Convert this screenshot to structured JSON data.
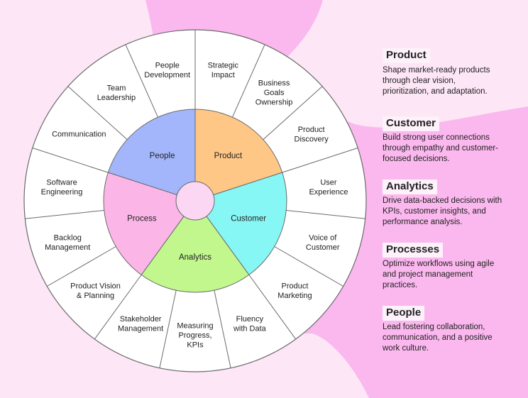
{
  "colors": {
    "background": "#fde6f6",
    "blob": "#fbb8ee",
    "ring": "#ffffff",
    "border": "#6a6a6a",
    "hub": "#fbd7f3",
    "people": "#a3b6fb",
    "product": "#ffc786",
    "customer": "#86f7f5",
    "analytics": "#c2f78e",
    "process": "#fbb6e7"
  },
  "wheel": {
    "categories": [
      {
        "key": "people",
        "label": "People"
      },
      {
        "key": "product",
        "label": "Product"
      },
      {
        "key": "customer",
        "label": "Customer"
      },
      {
        "key": "analytics",
        "label": "Analytics"
      },
      {
        "key": "process",
        "label": "Process"
      }
    ],
    "skills": [
      {
        "label": "People Development"
      },
      {
        "label": "Strategic Impact"
      },
      {
        "label": "Business Goals Ownership"
      },
      {
        "label": "Product Discovery"
      },
      {
        "label": "User Experience"
      },
      {
        "label": "Voice of Customer"
      },
      {
        "label": "Product Marketing"
      },
      {
        "label": "Fluency with Data"
      },
      {
        "label": "Measuring Progress, KPIs"
      },
      {
        "label": "Stakeholder Management"
      },
      {
        "label": "Product Vision & Planning"
      },
      {
        "label": "Backlog Management"
      },
      {
        "label": "Software Engineering"
      },
      {
        "label": "Communication"
      },
      {
        "label": "Team Leadership"
      }
    ]
  },
  "legend": [
    {
      "title": "Product",
      "description": "Shape market-ready products through clear vision, prioritization, and adaptation."
    },
    {
      "title": "Customer",
      "description": "Build strong user connections through empathy and customer-focused decisions."
    },
    {
      "title": "Analytics",
      "description": "Drive data-backed decisions with KPIs, customer insights, and performance analysis."
    },
    {
      "title": "Processes",
      "description": "Optimize workflows using agile and project management practices."
    },
    {
      "title": "People",
      "description": "Lead fostering collaboration, communication, and a positive work culture."
    }
  ]
}
